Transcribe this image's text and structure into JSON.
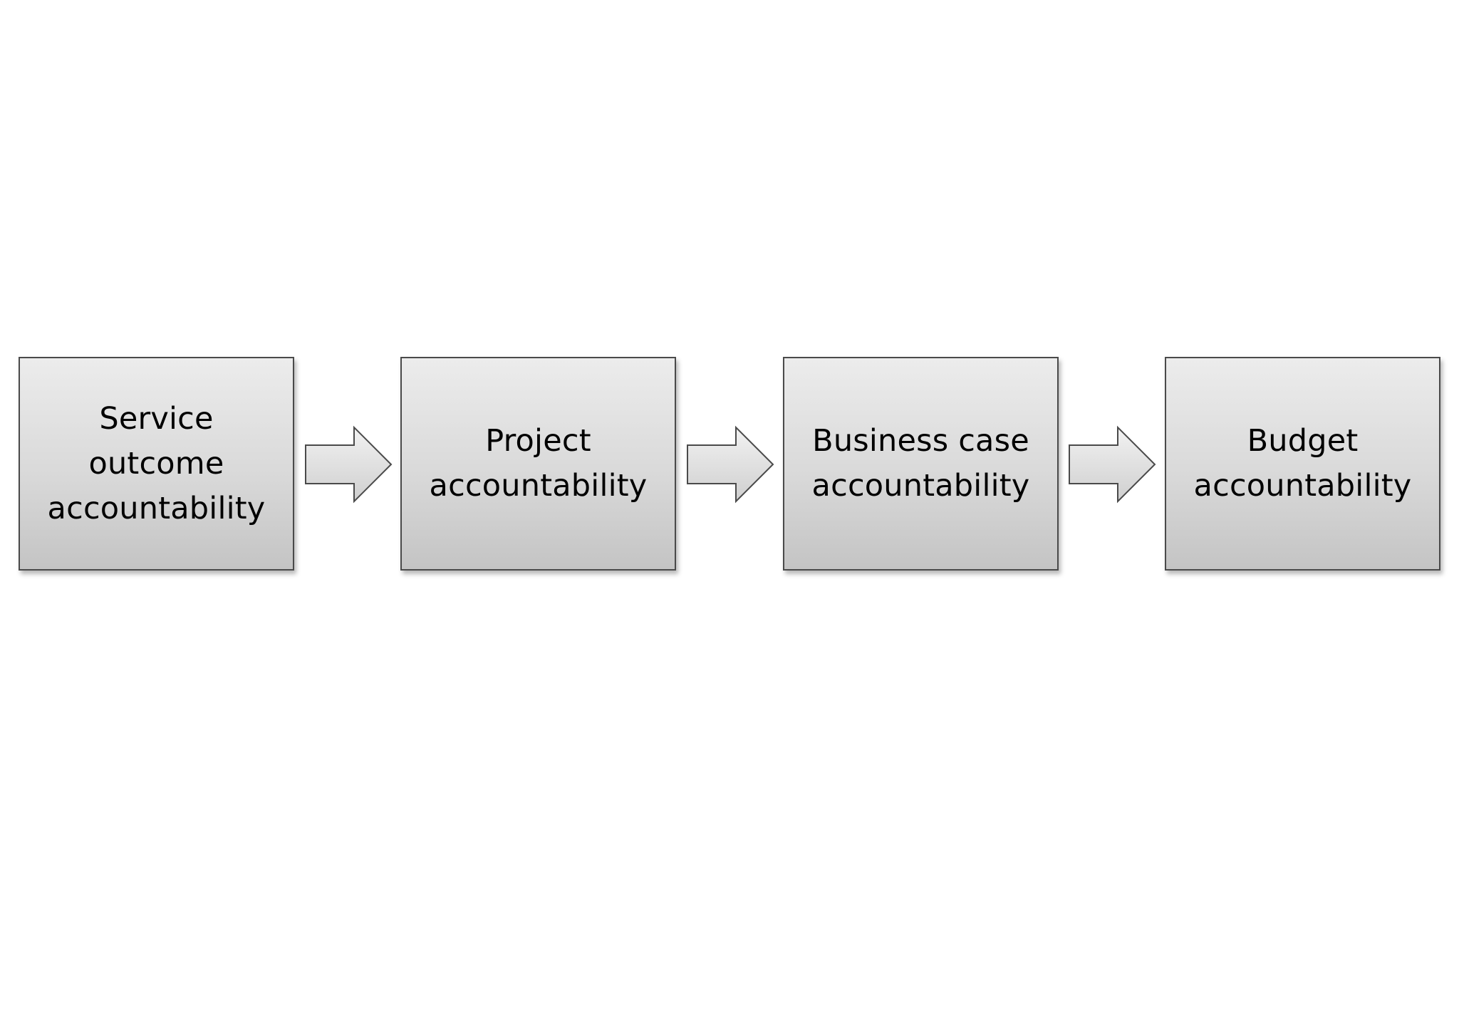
{
  "diagram": {
    "steps": [
      {
        "label": "Service\noutcome\naccountability"
      },
      {
        "label": "Project\naccountability"
      },
      {
        "label": "Business case\naccountability"
      },
      {
        "label": "Budget\naccountability"
      }
    ],
    "connections": [
      {
        "from": 0,
        "to": 1
      },
      {
        "from": 1,
        "to": 2
      },
      {
        "from": 2,
        "to": 3
      }
    ],
    "colors": {
      "box_fill_top": "#ececec",
      "box_fill_bottom": "#c4c4c4",
      "box_border": "#4a4a4a",
      "text": "#000000"
    }
  }
}
